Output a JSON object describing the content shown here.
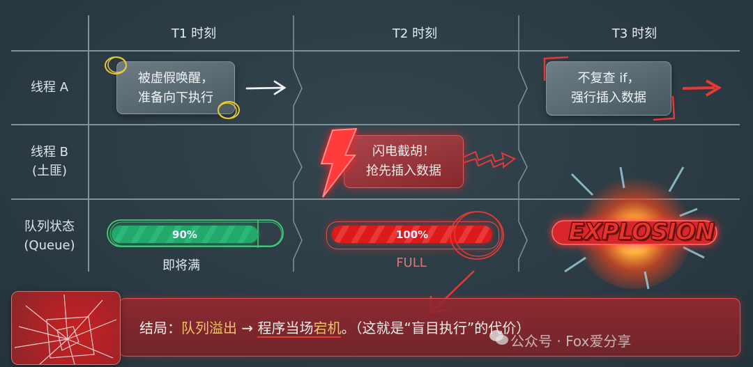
{
  "columns": [
    "T1 时刻",
    "T2 时刻",
    "T3 时刻"
  ],
  "rows": [
    {
      "label_line1": "线程 A",
      "label_line2": ""
    },
    {
      "label_line1": "线程 B",
      "label_line2": "(土匪)"
    },
    {
      "label_line1": "队列状态",
      "label_line2": "(Queue)"
    }
  ],
  "thread_a": {
    "t1": {
      "line1": "被虚假唤醒，",
      "line2": "准备向下执行",
      "accent": "#e8c93a"
    },
    "t3": {
      "line1": "不复查 if，",
      "line2": "强行插入数据",
      "accent": "#e53935"
    }
  },
  "thread_b": {
    "t2": {
      "line1": "闪电截胡！",
      "line2": "抢先插入数据",
      "accent": "#ff3b3b"
    }
  },
  "queue": {
    "t1": {
      "percent_label": "90%",
      "percent": 90,
      "caption": "即将满",
      "color": "#2ecc71"
    },
    "t2": {
      "percent_label": "100%",
      "percent": 100,
      "caption": "FULL",
      "color": "#e52222"
    },
    "t3": {
      "burst_label": "EXPLOSION",
      "color": "#e53935"
    }
  },
  "result": {
    "prefix": "结局：",
    "highlight1": "队列溢出",
    "arrow": " → ",
    "middle": "程序当场",
    "highlight2": "宕机",
    "suffix": "。（这就是“盲目执行”的代价）"
  },
  "watermark": "公众号 · Fox爱分享",
  "icons": [
    "right-arrow-icon",
    "lightning-bolt-icon",
    "explosion-icon",
    "cracked-glass-icon",
    "wechat-icon"
  ]
}
